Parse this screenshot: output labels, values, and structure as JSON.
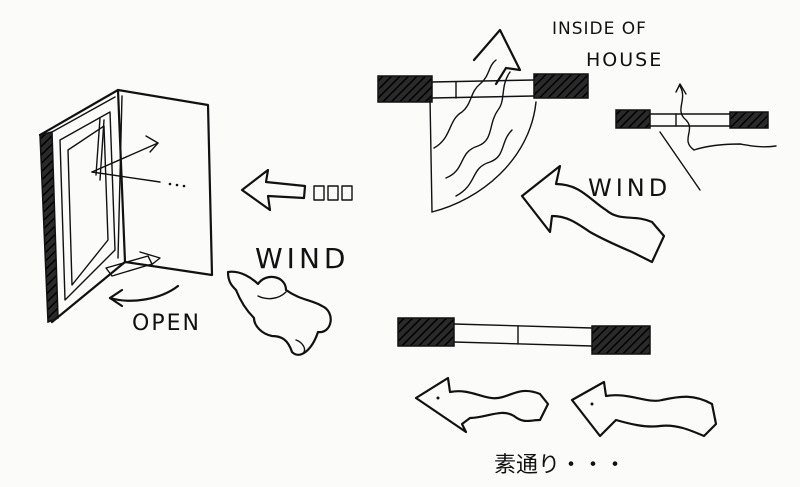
{
  "labels": {
    "inside_of_house_line1": "INSIDE OF",
    "inside_of_house_line2": "HOUSE",
    "wind_left": "WIND",
    "wind_right": "WIND",
    "open": "OPEN",
    "bottom_note": "素通り・・・"
  },
  "colors": {
    "ink": "#111111",
    "paper": "#fbfbf9"
  }
}
